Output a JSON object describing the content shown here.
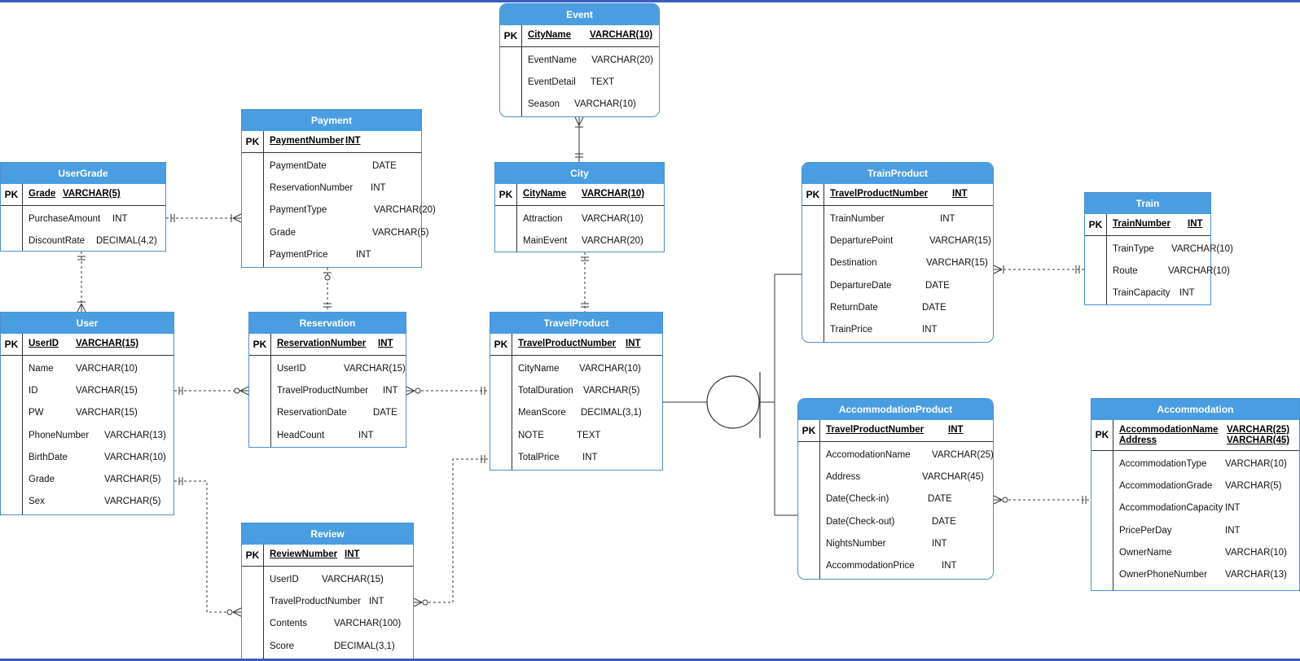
{
  "entities": {
    "event": {
      "title": "Event",
      "pk_label": "PK",
      "pk": [
        {
          "name": "CityName",
          "type": "VARCHAR(10)"
        }
      ],
      "attrs": [
        {
          "name": "EventName",
          "type": "VARCHAR(20)"
        },
        {
          "name": "EventDetail",
          "type": "TEXT"
        },
        {
          "name": "Season",
          "type": "VARCHAR(10)"
        }
      ]
    },
    "payment": {
      "title": "Payment",
      "pk_label": "PK",
      "pk": [
        {
          "name": "PaymentNumber",
          "type": "INT"
        }
      ],
      "attrs": [
        {
          "name": "PaymentDate",
          "type": "DATE"
        },
        {
          "name": "ReservationNumber",
          "type": "INT"
        },
        {
          "name": "PaymentType",
          "type": "VARCHAR(20)"
        },
        {
          "name": "Grade",
          "type": "VARCHAR(5)"
        },
        {
          "name": "PaymentPrice",
          "type": "INT"
        }
      ]
    },
    "usergrade": {
      "title": "UserGrade",
      "pk_label": "PK",
      "pk": [
        {
          "name": "Grade",
          "type": "VARCHAR(5)"
        }
      ],
      "attrs": [
        {
          "name": "PurchaseAmount",
          "type": "INT"
        },
        {
          "name": "DiscountRate",
          "type": "DECIMAL(4,2)"
        }
      ]
    },
    "city": {
      "title": "City",
      "pk_label": "PK",
      "pk": [
        {
          "name": "CityName",
          "type": "VARCHAR(10)"
        }
      ],
      "attrs": [
        {
          "name": "Attraction",
          "type": "VARCHAR(10)"
        },
        {
          "name": "MainEvent",
          "type": "VARCHAR(20)"
        }
      ]
    },
    "trainproduct": {
      "title": "TrainProduct",
      "pk_label": "PK",
      "pk": [
        {
          "name": "TravelProductNumber",
          "type": "INT"
        }
      ],
      "attrs": [
        {
          "name": "TrainNumber",
          "type": "INT"
        },
        {
          "name": "DeparturePoint",
          "type": "VARCHAR(15)"
        },
        {
          "name": "Destination",
          "type": "VARCHAR(15)"
        },
        {
          "name": "DepartureDate",
          "type": "DATE"
        },
        {
          "name": "ReturnDate",
          "type": "DATE"
        },
        {
          "name": "TrainPrice",
          "type": "INT"
        }
      ]
    },
    "train": {
      "title": "Train",
      "pk_label": "PK",
      "pk": [
        {
          "name": "TrainNumber",
          "type": "INT"
        }
      ],
      "attrs": [
        {
          "name": "TrainType",
          "type": "VARCHAR(10)"
        },
        {
          "name": "Route",
          "type": "VARCHAR(10)"
        },
        {
          "name": "TrainCapacity",
          "type": "INT"
        }
      ]
    },
    "user": {
      "title": "User",
      "pk_label": "PK",
      "pk": [
        {
          "name": "UserID",
          "type": "VARCHAR(15)"
        }
      ],
      "attrs": [
        {
          "name": "Name",
          "type": "VARCHAR(10)"
        },
        {
          "name": "ID",
          "type": "VARCHAR(15)"
        },
        {
          "name": "PW",
          "type": "VARCHAR(15)"
        },
        {
          "name": "PhoneNumber",
          "type": "VARCHAR(13)"
        },
        {
          "name": "BirthDate",
          "type": "VARCHAR(10)"
        },
        {
          "name": "Grade",
          "type": "VARCHAR(5)"
        },
        {
          "name": "Sex",
          "type": "VARCHAR(5)"
        }
      ]
    },
    "reservation": {
      "title": "Reservation",
      "pk_label": "PK",
      "pk": [
        {
          "name": "ReservationNumber",
          "type": "INT"
        }
      ],
      "attrs": [
        {
          "name": "UserID",
          "type": "VARCHAR(15)"
        },
        {
          "name": "TravelProductNumber",
          "type": "INT"
        },
        {
          "name": "ReservationDate",
          "type": "DATE"
        },
        {
          "name": "HeadCount",
          "type": "INT"
        }
      ]
    },
    "travelproduct": {
      "title": "TravelProduct",
      "pk_label": "PK",
      "pk": [
        {
          "name": "TravelProductNumber",
          "type": "INT"
        }
      ],
      "attrs": [
        {
          "name": "CityName",
          "type": "VARCHAR(10)"
        },
        {
          "name": "TotalDuration",
          "type": "VARCHAR(5)"
        },
        {
          "name": "MeanScore",
          "type": "DECIMAL(3,1)"
        },
        {
          "name": "NOTE",
          "type": "TEXT"
        },
        {
          "name": "TotalPrice",
          "type": "INT"
        }
      ]
    },
    "accommodationproduct": {
      "title": "AccommodationProduct",
      "pk_label": "PK",
      "pk": [
        {
          "name": "TravelProductNumber",
          "type": "INT"
        }
      ],
      "attrs": [
        {
          "name": "AccomodationName",
          "type": "VARCHAR(25)"
        },
        {
          "name": "Address",
          "type": "VARCHAR(45)"
        },
        {
          "name": "Date(Check-in)",
          "type": "DATE"
        },
        {
          "name": "Date(Check-out)",
          "type": "DATE"
        },
        {
          "name": "NightsNumber",
          "type": "INT"
        },
        {
          "name": "AccommodationPrice",
          "type": "INT"
        }
      ]
    },
    "accommodation": {
      "title": "Accommodation",
      "pk_label": "PK",
      "pk": [
        {
          "name": "AccommodationName",
          "type": "VARCHAR(25)"
        },
        {
          "name": "Address",
          "type": "VARCHAR(45)"
        }
      ],
      "attrs": [
        {
          "name": "AccommodationType",
          "type": "VARCHAR(10)"
        },
        {
          "name": "AccommodationGrade",
          "type": "VARCHAR(5)"
        },
        {
          "name": "AccommodationCapacity",
          "type": "INT"
        },
        {
          "name": "PricePerDay",
          "type": "INT"
        },
        {
          "name": "OwnerName",
          "type": "VARCHAR(10)"
        },
        {
          "name": "OwnerPhoneNumber",
          "type": "VARCHAR(13)"
        }
      ]
    },
    "review": {
      "title": "Review",
      "pk_label": "PK",
      "pk": [
        {
          "name": "ReviewNumber",
          "type": "INT"
        }
      ],
      "attrs": [
        {
          "name": "UserID",
          "type": "VARCHAR(15)"
        },
        {
          "name": "TravelProductNumber",
          "type": "INT"
        },
        {
          "name": "Contents",
          "type": "VARCHAR(100)"
        },
        {
          "name": "Score",
          "type": "DECIMAL(3,1)"
        }
      ]
    }
  },
  "colors": {
    "header": "#4a9de0",
    "border": "#4a8fd0",
    "frame": "#3b5cc4",
    "line": "#333333"
  }
}
